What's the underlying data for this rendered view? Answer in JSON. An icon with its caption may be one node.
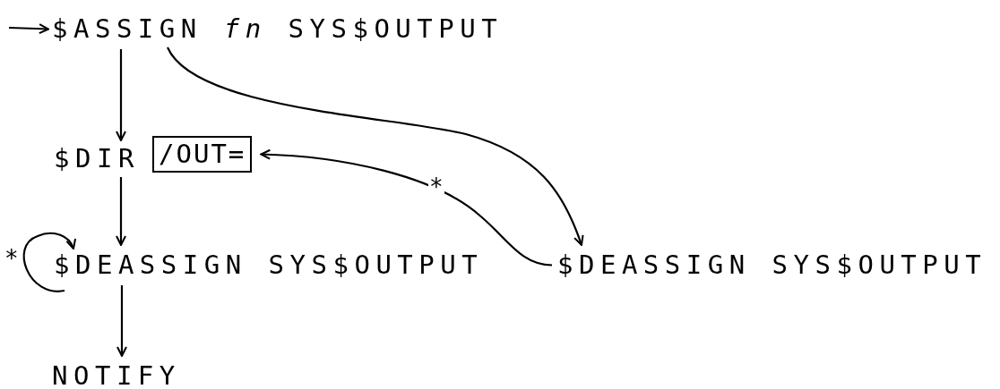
{
  "diagram": {
    "nodes": [
      {
        "text": [
          "$ASSIGN *fn* SYS$OUTPUT"
        ]
      },
      {
        "text": [
          "$DIR"
        ]
      },
      {
        "text": [
          "/OUT="
        ]
      },
      {
        "text": [
          "$DEASSIGN SYS$OUTPUT"
        ]
      },
      {
        "text": [
          "NOTIFY"
        ]
      },
      {
        "text": [
          "$DEASSIGN SYS$OUTPUT"
        ]
      }
    ],
    "edges": [
      {
        "from": null,
        "to": 0,
        "arrow": "to"
      },
      {
        "from": 0,
        "to": 1,
        "arrow": "to"
      },
      {
        "from": 1,
        "to": 3,
        "arrow": "to"
      },
      {
        "from": 3,
        "to": 4,
        "arrow": "to"
      },
      {
        "from": 3,
        "to": 3,
        "arrow": "to",
        "label": "*"
      },
      {
        "from": 0,
        "to": 5,
        "arrow": "to"
      },
      {
        "from": 5,
        "to": 2,
        "arrow": "to",
        "label": "*"
      }
    ]
  }
}
